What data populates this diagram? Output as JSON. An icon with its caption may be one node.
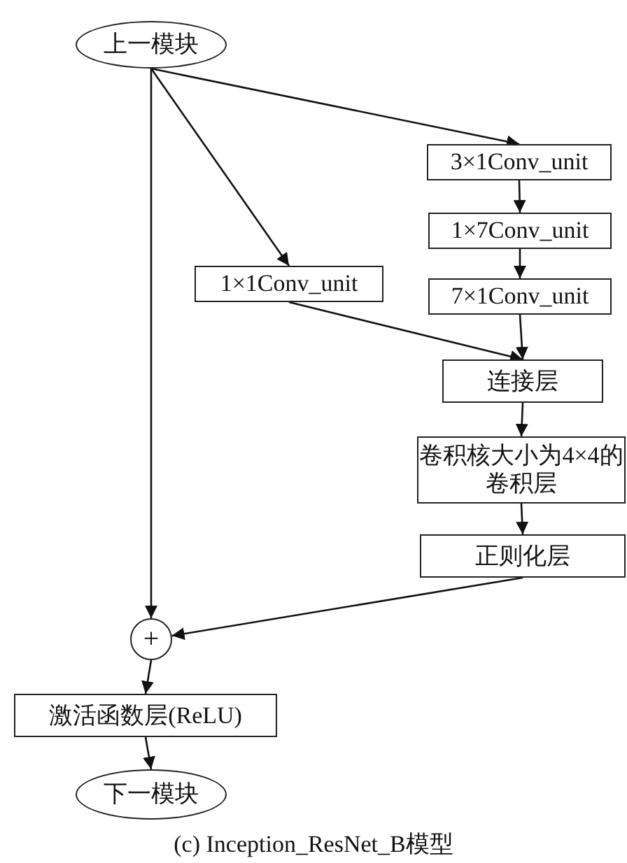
{
  "diagram": {
    "caption": "(c) Inception_ResNet_B模型",
    "nodes": [
      {
        "text": [
          "上一模块"
        ]
      },
      {
        "text": [
          "3×1Conv_unit"
        ]
      },
      {
        "text": [
          "1×7Conv_unit"
        ]
      },
      {
        "text": [
          "7×1Conv_unit"
        ]
      },
      {
        "text": [
          "1×1Conv_unit"
        ]
      },
      {
        "text": [
          "连接层"
        ]
      },
      {
        "text": [
          "卷积核大小为4×4的卷积层"
        ]
      },
      {
        "text": [
          "正则化层"
        ]
      },
      {
        "text": [
          "+"
        ]
      },
      {
        "text": [
          "激活函数层(ReLU)"
        ]
      },
      {
        "text": [
          "下一模块"
        ]
      }
    ],
    "edges": [
      {
        "from": 0,
        "to": 8,
        "arrow": "to"
      },
      {
        "from": 0,
        "to": 1,
        "arrow": "to"
      },
      {
        "from": 0,
        "to": 4,
        "arrow": "to"
      },
      {
        "from": 1,
        "to": 2,
        "arrow": "to"
      },
      {
        "from": 2,
        "to": 3,
        "arrow": "to"
      },
      {
        "from": 3,
        "to": 5,
        "arrow": "to"
      },
      {
        "from": 4,
        "to": 5,
        "arrow": "to"
      },
      {
        "from": 5,
        "to": 6,
        "arrow": "to"
      },
      {
        "from": 6,
        "to": 7,
        "arrow": "to"
      },
      {
        "from": 7,
        "to": 8,
        "arrow": "to"
      },
      {
        "from": 8,
        "to": 9,
        "arrow": "to"
      },
      {
        "from": 9,
        "to": 10,
        "arrow": "to"
      }
    ]
  }
}
